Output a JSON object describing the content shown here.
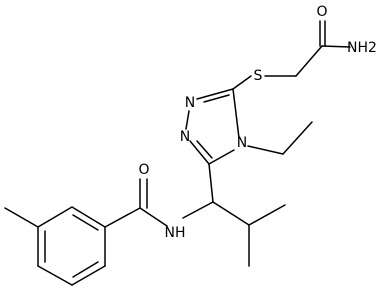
{
  "atom_labels": {
    "amide_o_top": "O",
    "nh2": "NH2",
    "sulfur": "S",
    "ring_n_top": "N",
    "ring_n_left": "N",
    "ring_n_ethyl": "N",
    "amide_o_left": "O",
    "amide_nh": "NH"
  },
  "colors": {
    "bond": "#000000",
    "label": "#000000",
    "background": "#ffffff"
  }
}
